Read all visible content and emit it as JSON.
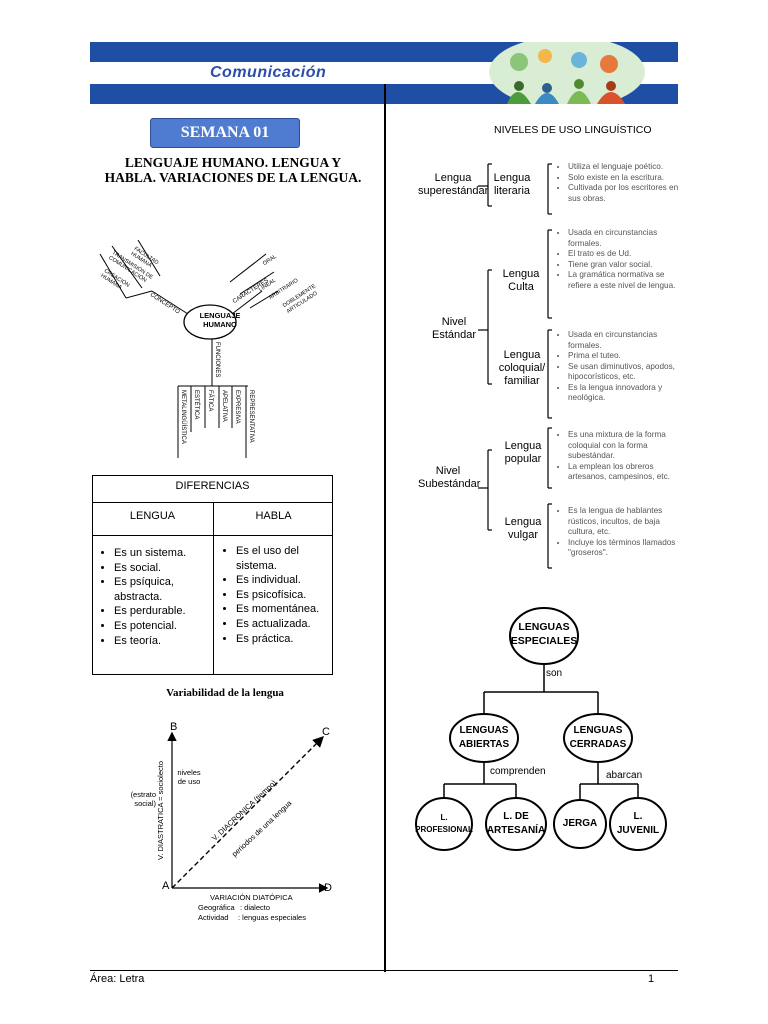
{
  "header": {
    "title": "Comunicación",
    "colors": {
      "bar": "#1f4fa5",
      "title": "#2b4fa8"
    }
  },
  "left": {
    "semana_label": "SEMANA 01",
    "main_title": "LENGUAJE HUMANO. LENGUA Y HABLA. VARIACIONES DE LA LENGUA.",
    "concept_map": {
      "center": [
        "LENGUAJE",
        "HUMANO"
      ],
      "branch_concepto": "CONCEPTO",
      "concepto_items": [
        "FACULTAD HUMANA",
        "TRANSMISIÓN DE COMUNICACIÓN",
        "CREACIÓN HUMANA"
      ],
      "branch_caracteres": "CARACTERES",
      "caracteres_items": [
        "ORAL",
        "LINEAL",
        "ARBITRARIO",
        "DOBLEMENTE ARTICULADO"
      ],
      "branch_funciones": "FUNCIONES",
      "funciones_items": [
        "METALINGÜÍSTICA",
        "ESTÉTICA",
        "FÁTICA",
        "APELATIVA",
        "EXPRESIVA",
        "REPRESENTATIVA"
      ]
    },
    "diferencias": {
      "title": "DIFERENCIAS",
      "col_lengua": "LENGUA",
      "col_habla": "HABLA",
      "lengua_items": [
        "Es un sistema.",
        "Es social.",
        "Es psíquica, abstracta.",
        "Es perdurable.",
        "Es potencial.",
        "Es teoría."
      ],
      "habla_items": [
        "Es el uso del sistema.",
        "Es individual.",
        "Es psicofísica.",
        "Es momentánea.",
        "Es actualizada.",
        "Es práctica."
      ]
    },
    "variabilidad": {
      "title": "Variabilidad de la lengua",
      "point_a": "A",
      "point_b": "B",
      "point_c": "C",
      "point_d": "D",
      "y_axis": "V. DIASTRATICA = sociolecto",
      "estrato": "(estrato social)",
      "niveles": "niveles de uso",
      "diagonal": "V. DIACRONICA (tiempo)",
      "diagonal_sub": "periodos de una lengua",
      "x_axis": "VARIACIÓN DIATÓPICA",
      "geo_label": "Geográfica",
      "geo_value": ":  dialecto",
      "act_label": "Actividad",
      "act_value": ":  lenguas especiales"
    }
  },
  "right": {
    "niveles_title": "NIVELES DE USO LINGUÍSTICO",
    "superestandar": {
      "label": "Lengua superestándar",
      "sub": "Lengua literaria",
      "items": [
        "Utiliza el lenguaje poético.",
        "Solo existe en la escritura.",
        "Cultivada por los escritores en sus obras."
      ]
    },
    "estandar": {
      "label": "Nivel Estándar",
      "culta": "Lengua Culta",
      "culta_items": [
        "Usada en circunstancias formales.",
        "El trato es de Ud.",
        "Tiene gran valor social.",
        "La gramática normativa se refiere a este nivel de lengua."
      ],
      "coloquial": "Lengua coloquial/ familiar",
      "coloquial_items": [
        "Usada en circunstancias formales.",
        "Prima el tuteo.",
        "Se usan diminutivos, apodos, hipocorísticos, etc.",
        "Es la lengua innovadora y neológica."
      ]
    },
    "subestandar": {
      "label": "Nivel Subestándar",
      "popular": "Lengua popular",
      "popular_items": [
        "Es una mixtura de la forma coloquial con la forma subestándar.",
        "La emplean los obreros artesanos, campesinos, etc."
      ],
      "vulgar": "Lengua vulgar",
      "vulgar_items": [
        "Es la lengua de hablantes rústicos, incultos, de baja cultura, etc.",
        "Incluye los términos llamados \"groseros\"."
      ]
    },
    "especiales": {
      "root": [
        "LENGUAS",
        "ESPECIALES"
      ],
      "son": "son",
      "abiertas": [
        "LENGUAS",
        "ABIERTAS"
      ],
      "cerradas": [
        "LENGUAS",
        "CERRADAS"
      ],
      "comprenden": "comprenden",
      "abarcan": "abarcan",
      "profesional": [
        "L.",
        "PROFESIONAL"
      ],
      "artesania": [
        "L. DE",
        "ARTESANÍA"
      ],
      "jerga": "JERGA",
      "juvenil": [
        "L.",
        "JUVENIL"
      ]
    }
  },
  "footer": {
    "area": "Área: Letra",
    "page": "1"
  }
}
